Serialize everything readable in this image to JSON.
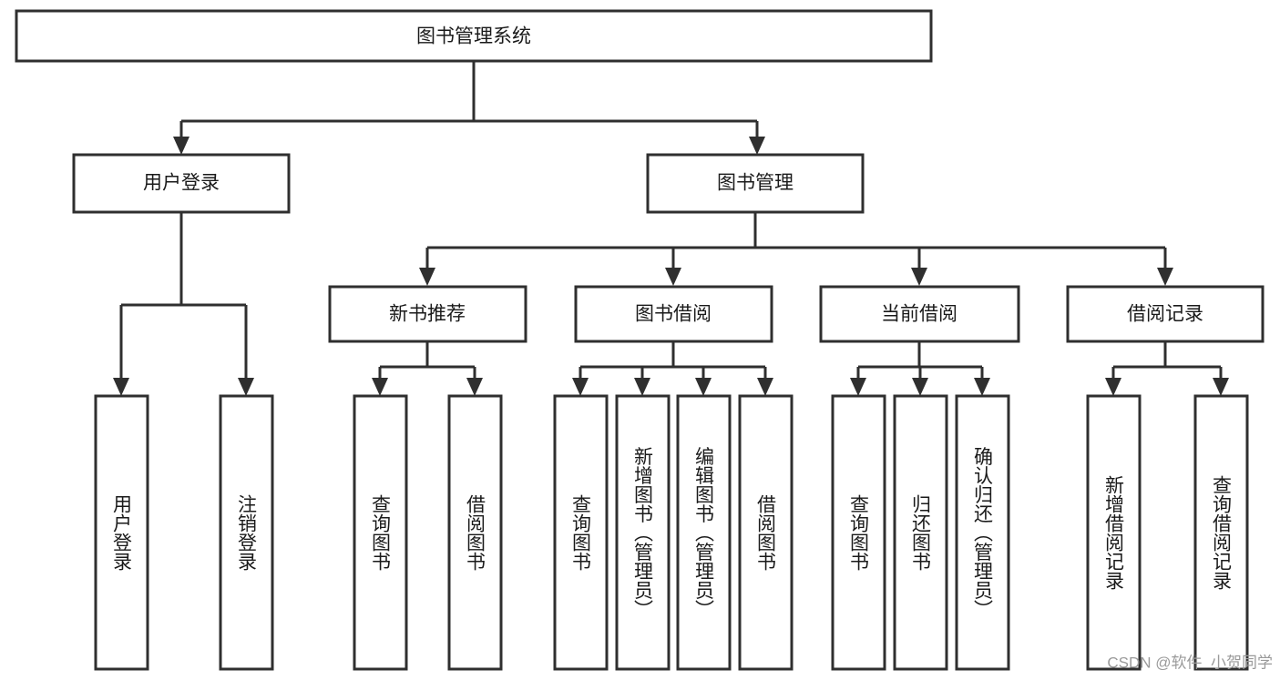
{
  "diagram": {
    "title_node": {
      "label": "图书管理系统",
      "orientation": "horizontal"
    },
    "level2": [
      {
        "id": "user-login",
        "label": "用户登录",
        "orientation": "horizontal"
      },
      {
        "id": "book-management",
        "label": "图书管理",
        "orientation": "horizontal"
      }
    ],
    "level3": [
      {
        "id": "new-book-recommend",
        "label": "新书推荐",
        "orientation": "horizontal"
      },
      {
        "id": "book-borrow",
        "label": "图书借阅",
        "orientation": "horizontal"
      },
      {
        "id": "current-borrow",
        "label": "当前借阅",
        "orientation": "horizontal"
      },
      {
        "id": "borrow-record",
        "label": "借阅记录",
        "orientation": "horizontal"
      }
    ],
    "leaves": {
      "user-login": [
        {
          "id": "leaf-user-login",
          "label": "用户登录"
        },
        {
          "id": "leaf-logout-login",
          "label": "注销登录"
        }
      ],
      "new-book-recommend": [
        {
          "id": "leaf-query-book-1",
          "label": "查询图书"
        },
        {
          "id": "leaf-borrow-book-1",
          "label": "借阅图书"
        }
      ],
      "book-borrow": [
        {
          "id": "leaf-query-book-2",
          "label": "查询图书"
        },
        {
          "id": "leaf-add-book-admin",
          "label": "新增图书（管理员）"
        },
        {
          "id": "leaf-edit-book-admin",
          "label": "编辑图书（管理员）"
        },
        {
          "id": "leaf-borrow-book-2",
          "label": "借阅图书"
        }
      ],
      "current-borrow": [
        {
          "id": "leaf-query-book-3",
          "label": "查询图书"
        },
        {
          "id": "leaf-return-book",
          "label": "归还图书"
        },
        {
          "id": "leaf-confirm-return-admin",
          "label": "确认归还（管理员）"
        }
      ],
      "borrow-record": [
        {
          "id": "leaf-add-borrow-record",
          "label": "新增借阅记录"
        },
        {
          "id": "leaf-query-borrow-record",
          "label": "查询借阅记录"
        }
      ]
    },
    "watermark": "CSDN @软件_小贺同学",
    "colors": {
      "stroke": "#2f2f2f",
      "box_fill": "#ffffff",
      "text": "#1a1a1a",
      "watermark": "#9a9a9a",
      "background": "#ffffff"
    }
  }
}
